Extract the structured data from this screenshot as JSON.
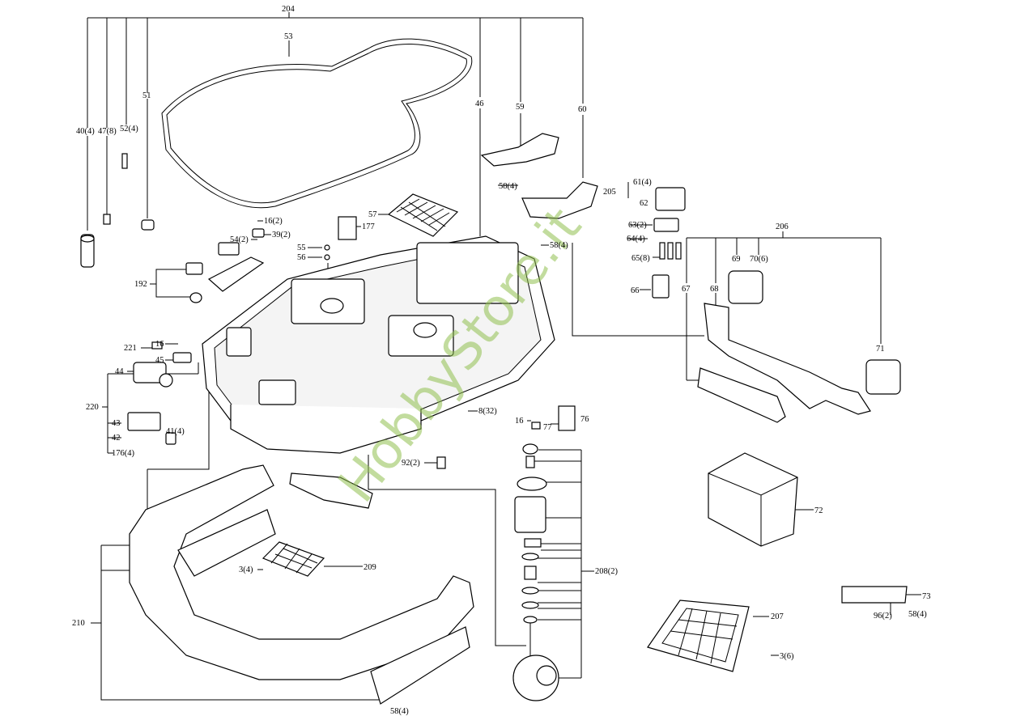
{
  "watermark": "HobbyStore.it",
  "labels": [
    {
      "id": "l204",
      "text": "204"
    },
    {
      "id": "l53",
      "text": "53"
    },
    {
      "id": "l51",
      "text": "51"
    },
    {
      "id": "l40",
      "text": "40(4)"
    },
    {
      "id": "l47",
      "text": "47(8)"
    },
    {
      "id": "l52",
      "text": "52(4)"
    },
    {
      "id": "l46",
      "text": "46"
    },
    {
      "id": "l59",
      "text": "59"
    },
    {
      "id": "l60",
      "text": "60"
    },
    {
      "id": "l57",
      "text": "57"
    },
    {
      "id": "l177",
      "text": "177"
    },
    {
      "id": "l16a",
      "text": "16(2)"
    },
    {
      "id": "l39",
      "text": "39(2)"
    },
    {
      "id": "l54",
      "text": "54(2)"
    },
    {
      "id": "l55",
      "text": "55"
    },
    {
      "id": "l56",
      "text": "56"
    },
    {
      "id": "l192",
      "text": "192"
    },
    {
      "id": "l58a",
      "text": "58(4)"
    },
    {
      "id": "l58b",
      "text": "58(4)"
    },
    {
      "id": "l205",
      "text": "205"
    },
    {
      "id": "l61",
      "text": "61(4)"
    },
    {
      "id": "l62",
      "text": "62"
    },
    {
      "id": "l63",
      "text": "63(2)"
    },
    {
      "id": "l64",
      "text": "64(4)"
    },
    {
      "id": "l65",
      "text": "65(8)"
    },
    {
      "id": "l66",
      "text": "66"
    },
    {
      "id": "l206",
      "text": "206"
    },
    {
      "id": "l69",
      "text": "69"
    },
    {
      "id": "l70",
      "text": "70(6)"
    },
    {
      "id": "l67",
      "text": "67"
    },
    {
      "id": "l68",
      "text": "68"
    },
    {
      "id": "l71",
      "text": "71"
    },
    {
      "id": "l221",
      "text": "221"
    },
    {
      "id": "l16b",
      "text": "16"
    },
    {
      "id": "l45",
      "text": "45"
    },
    {
      "id": "l44",
      "text": "44"
    },
    {
      "id": "l220",
      "text": "220"
    },
    {
      "id": "l43",
      "text": "43"
    },
    {
      "id": "l41",
      "text": "41(4)"
    },
    {
      "id": "l42",
      "text": "42"
    },
    {
      "id": "l176",
      "text": "176(4)"
    },
    {
      "id": "l8",
      "text": "8(32)"
    },
    {
      "id": "l16c",
      "text": "16"
    },
    {
      "id": "l77",
      "text": "77"
    },
    {
      "id": "l76",
      "text": "76"
    },
    {
      "id": "l92",
      "text": "92(2)"
    },
    {
      "id": "l72",
      "text": "72"
    },
    {
      "id": "l209",
      "text": "209"
    },
    {
      "id": "l3a",
      "text": "3(4)"
    },
    {
      "id": "l208",
      "text": "208(2)"
    },
    {
      "id": "l73",
      "text": "73"
    },
    {
      "id": "l96",
      "text": "96(2)"
    },
    {
      "id": "l58c",
      "text": "58(4)"
    },
    {
      "id": "l207",
      "text": "207"
    },
    {
      "id": "l3b",
      "text": "3(6)"
    },
    {
      "id": "l210",
      "text": "210"
    },
    {
      "id": "l58d",
      "text": "58(4)"
    }
  ]
}
